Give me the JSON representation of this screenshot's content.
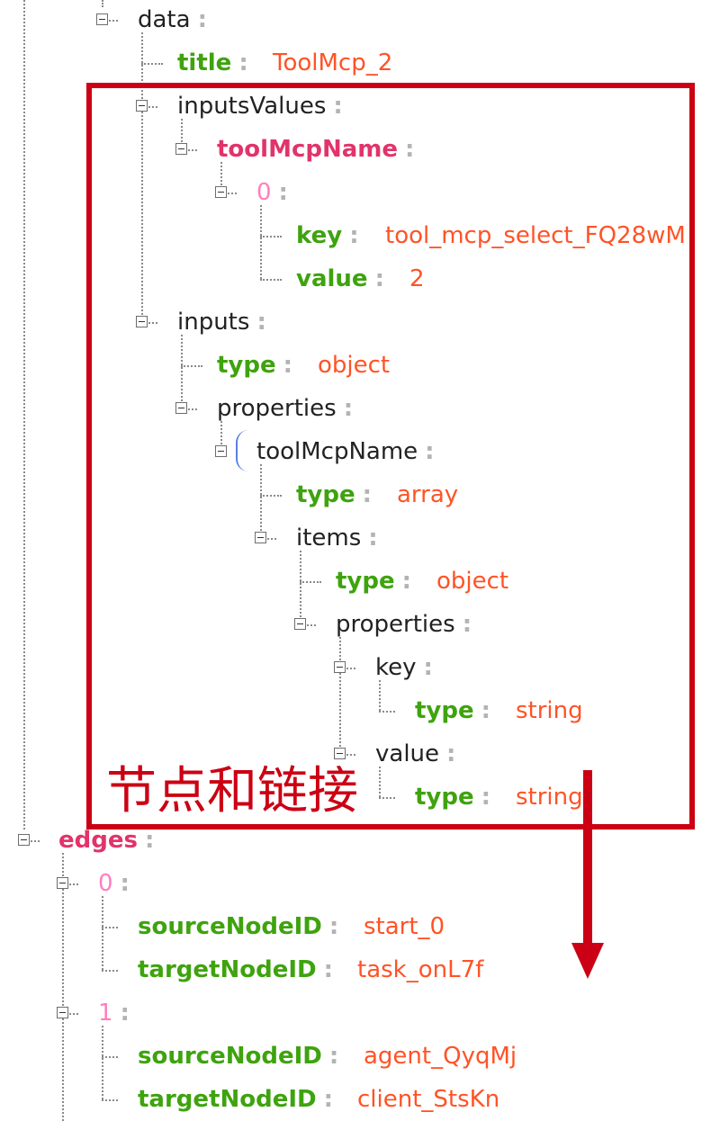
{
  "colors": {
    "key_plain": "#222222",
    "key_green": "#3ea30e",
    "key_pink": "#e2336b",
    "key_index": "#ff7fbd",
    "value": "#ff5326",
    "colon": "#b3b3b3",
    "annotation": "#cc0014"
  },
  "tree": {
    "data": {
      "key": "data",
      "title": {
        "key": "title",
        "value": "ToolMcp_2"
      },
      "inputsValues": {
        "key": "inputsValues",
        "toolMcpName": {
          "key": "toolMcpName",
          "item0": {
            "key": "0",
            "key_field": {
              "key": "key",
              "value": "tool_mcp_select_FQ28wM"
            },
            "value_field": {
              "key": "value",
              "value": "2"
            }
          }
        }
      },
      "inputs": {
        "key": "inputs",
        "type": {
          "key": "type",
          "value": "object"
        },
        "properties": {
          "key": "properties",
          "toolMcpName": {
            "key": "toolMcpName",
            "type": {
              "key": "type",
              "value": "array"
            },
            "items": {
              "key": "items",
              "type": {
                "key": "type",
                "value": "object"
              },
              "properties": {
                "key": "properties",
                "key_node": {
                  "key": "key",
                  "type": {
                    "key": "type",
                    "value": "string"
                  }
                },
                "value_node": {
                  "key": "value",
                  "type": {
                    "key": "type",
                    "value": "string"
                  }
                }
              }
            }
          }
        }
      }
    },
    "edges": {
      "key": "edges",
      "list": [
        {
          "index": "0",
          "source": {
            "key": "sourceNodeID",
            "value": "start_0"
          },
          "target": {
            "key": "targetNodeID",
            "value": "task_onL7f"
          }
        },
        {
          "index": "1",
          "source": {
            "key": "sourceNodeID",
            "value": "agent_QyqMj"
          },
          "target": {
            "key": "targetNodeID",
            "value": "client_StsKn"
          }
        }
      ]
    }
  },
  "annotation": {
    "label": "节点和链接",
    "arrow_direction": "down"
  },
  "ui": {
    "colon": ":"
  }
}
